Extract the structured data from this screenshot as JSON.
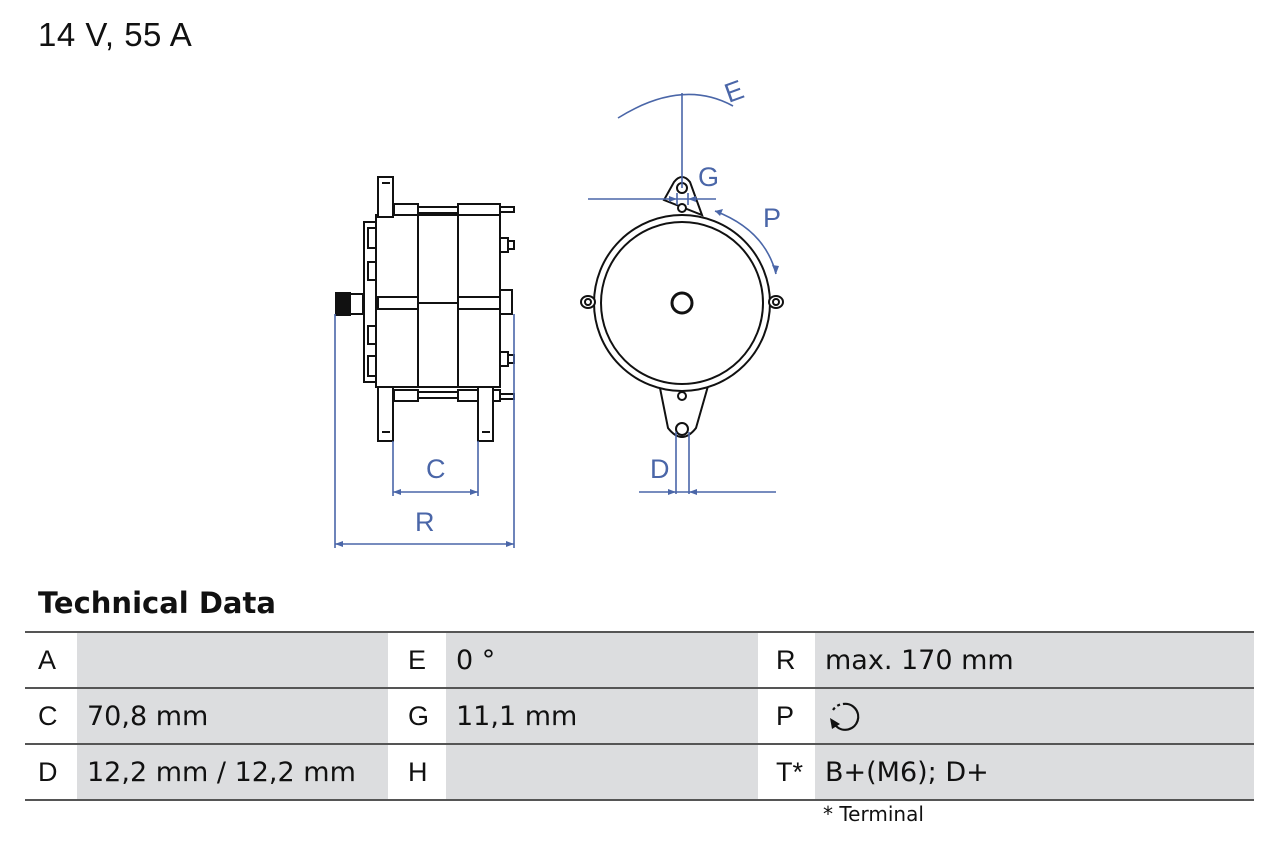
{
  "title": "14 V, 55 A",
  "drawing": {
    "dimension_labels": {
      "E": "E",
      "G": "G",
      "P": "P",
      "C": "C",
      "R": "R",
      "D": "D"
    },
    "line_color": "#4a66a8"
  },
  "technical_data": {
    "heading": "Technical Data",
    "rows": [
      {
        "c1_label": "A",
        "c1_value": "",
        "c2_label": "E",
        "c2_value": "0 °",
        "c3_label": "R",
        "c3_value": "max. 170 mm"
      },
      {
        "c1_label": "C",
        "c1_value": "70,8 mm",
        "c2_label": "G",
        "c2_value": "11,1 mm",
        "c3_label": "P",
        "c3_value": "",
        "c3_icon": "rotation-direction-counterclockwise-icon"
      },
      {
        "c1_label": "D",
        "c1_value": "12,2 mm / 12,2 mm",
        "c2_label": "H",
        "c2_value": "",
        "c3_label": "T*",
        "c3_value": "B+(M6); D+"
      }
    ],
    "footnote": "* Terminal",
    "cell_fill": "#dcdddf"
  }
}
